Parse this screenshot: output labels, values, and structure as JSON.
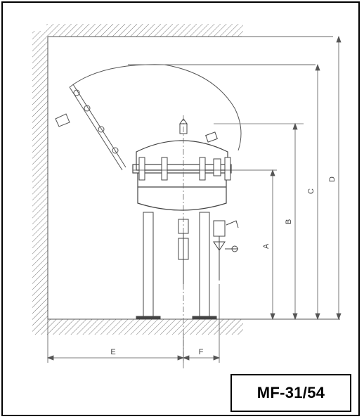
{
  "model": {
    "label": "MF-31/54"
  },
  "dimensions": {
    "A": "A",
    "B": "B",
    "C": "C",
    "D": "D",
    "E": "E",
    "F": "F"
  }
}
